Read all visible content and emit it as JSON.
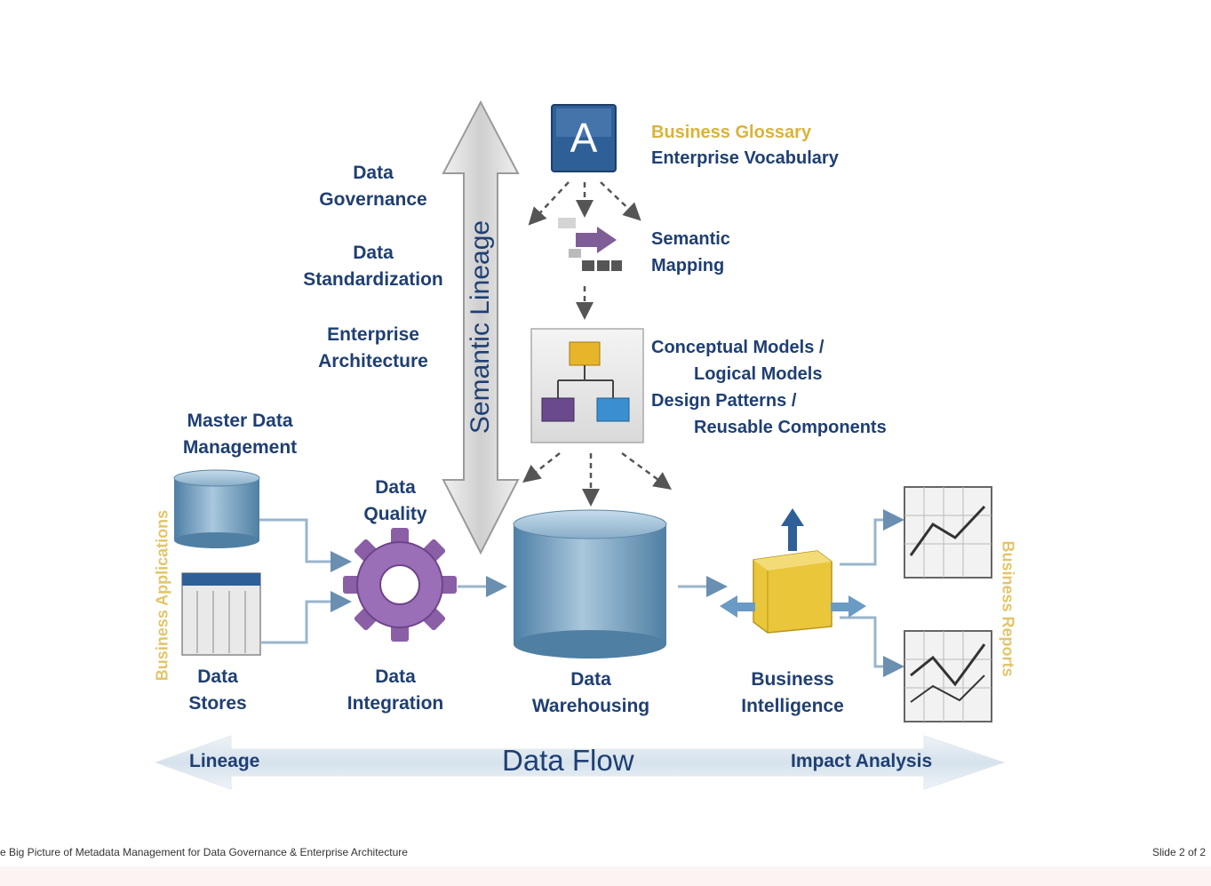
{
  "labels": {
    "business_glossary": "Business Glossary",
    "enterprise_vocabulary": "Enterprise Vocabulary",
    "semantic_mapping": [
      "Semantic",
      "Mapping"
    ],
    "conceptual_models": "Conceptual Models /",
    "logical_models": "Logical Models",
    "design_patterns": "Design Patterns /",
    "reusable_components": "Reusable Components",
    "data_governance": [
      "Data",
      "Governance"
    ],
    "data_standardization": [
      "Data",
      "Standardization"
    ],
    "enterprise_architecture": [
      "Enterprise",
      "Architecture"
    ],
    "master_data_management": [
      "Master Data",
      "Management"
    ],
    "data_quality": [
      "Data",
      "Quality"
    ],
    "data_stores": [
      "Data",
      "Stores"
    ],
    "data_integration": [
      "Data",
      "Integration"
    ],
    "data_warehousing": [
      "Data",
      "Warehousing"
    ],
    "business_intelligence": [
      "Business",
      "Intelligence"
    ],
    "semantic_lineage": "Semantic Lineage",
    "business_applications": "Business Applications",
    "business_reports": "Business Reports",
    "lineage": "Lineage",
    "data_flow": "Data Flow",
    "impact_analysis": "Impact Analysis",
    "glossary_icon_letter": "A"
  },
  "footer": {
    "left": "e Big Picture of Metadata Management for Data Governance & Enterprise Architecture",
    "right": "Slide 2 of 2"
  },
  "colors": {
    "text": "#1f3f73",
    "gold": "#d9b338",
    "cylinder": "#7fa6c4",
    "gear": "#8a5fa6",
    "cube": "#e9c63a"
  }
}
